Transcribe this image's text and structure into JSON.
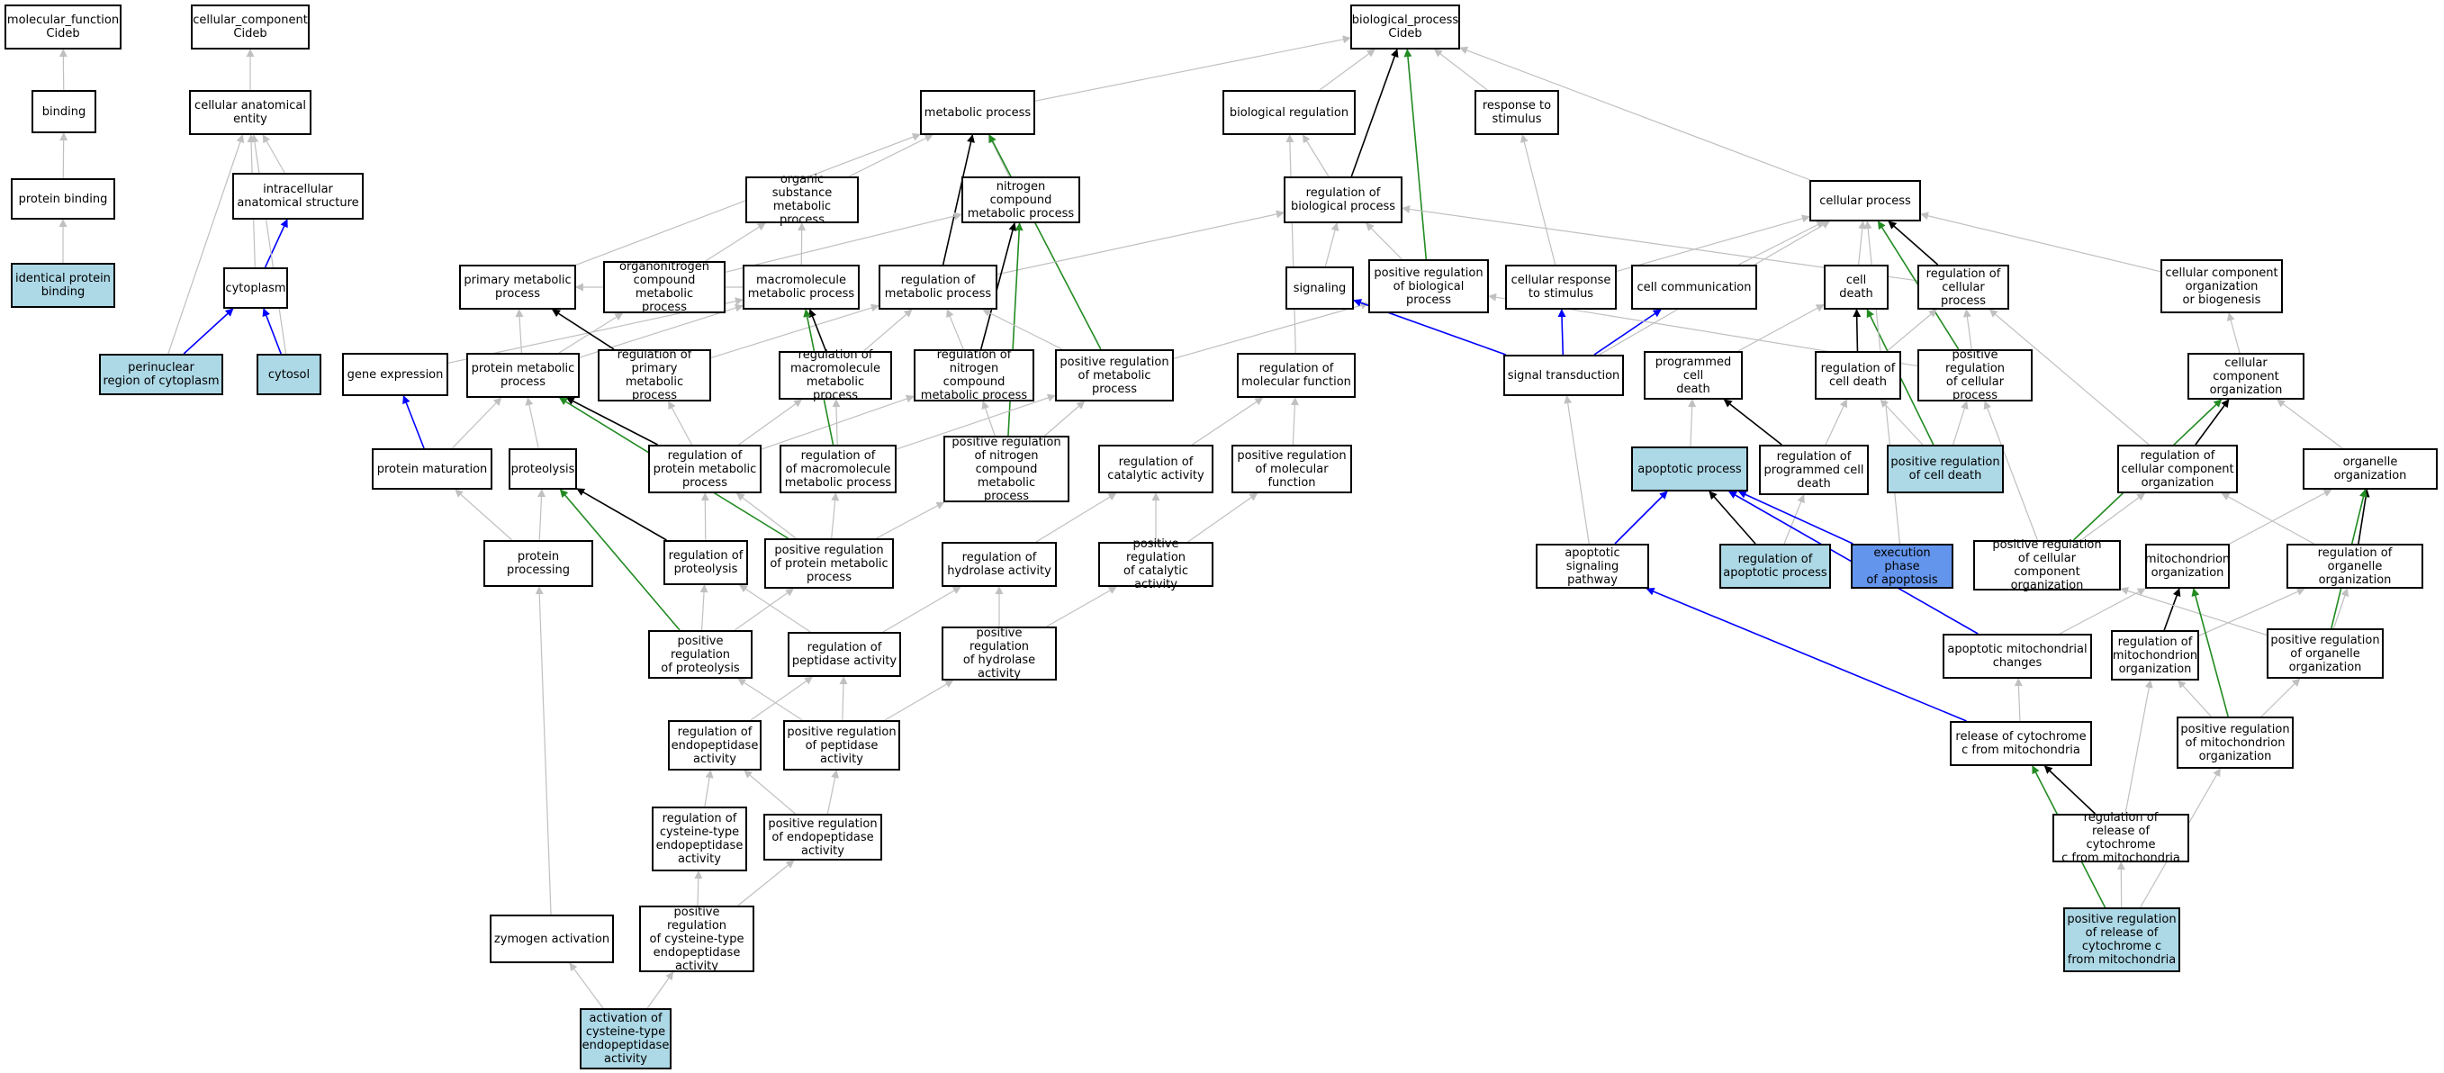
{
  "colors": {
    "is_a": "#c0c0c0",
    "part_of": "#0000ff",
    "regulates": "#000000",
    "positively_regulates": "#228b22",
    "highlight_fill": "#ADD8E6",
    "focus_fill": "#6495ED"
  },
  "nodes": [
    {
      "id": "mf",
      "label": "molecular_function\nCideb"
    },
    {
      "id": "binding",
      "label": "binding"
    },
    {
      "id": "protbind",
      "label": "protein binding"
    },
    {
      "id": "identbind",
      "label": "identical protein\nbinding",
      "hl": "hl"
    },
    {
      "id": "cc",
      "label": "cellular_component\nCideb"
    },
    {
      "id": "cae",
      "label": "cellular anatomical\nentity"
    },
    {
      "id": "ias",
      "label": "intracellular\nanatomical structure"
    },
    {
      "id": "cytoplasm",
      "label": "cytoplasm"
    },
    {
      "id": "perinuc",
      "label": "perinuclear\nregion of cytoplasm",
      "hl": "hl"
    },
    {
      "id": "cytosol",
      "label": "cytosol",
      "hl": "hl"
    },
    {
      "id": "bp",
      "label": "biological_process\nCideb"
    },
    {
      "id": "metab",
      "label": "metabolic process"
    },
    {
      "id": "bioreg",
      "label": "biological regulation"
    },
    {
      "id": "resp",
      "label": "response to\nstimulus"
    },
    {
      "id": "orgsub",
      "label": "organic substance\nmetabolic process"
    },
    {
      "id": "ncmp",
      "label": "nitrogen compound\nmetabolic process"
    },
    {
      "id": "regbio",
      "label": "regulation of\nbiological process"
    },
    {
      "id": "cellproc",
      "label": "cellular process"
    },
    {
      "id": "primmet",
      "label": "primary metabolic\nprocess"
    },
    {
      "id": "orgnit",
      "label": "organonitrogen\ncompound metabolic\nprocess"
    },
    {
      "id": "macromet",
      "label": "macromolecule\nmetabolic process"
    },
    {
      "id": "regmet",
      "label": "regulation of\nmetabolic process"
    },
    {
      "id": "signaling",
      "label": "signaling"
    },
    {
      "id": "posregbio",
      "label": "positive regulation\nof biological\nprocess"
    },
    {
      "id": "cellresp",
      "label": "cellular response\nto stimulus"
    },
    {
      "id": "cellcomm",
      "label": "cell communication"
    },
    {
      "id": "celldeath",
      "label": "cell death"
    },
    {
      "id": "regcellproc",
      "label": "regulation of\ncellular process"
    },
    {
      "id": "ccob",
      "label": "cellular component\norganization\nor biogenesis"
    },
    {
      "id": "geneexp",
      "label": "gene expression"
    },
    {
      "id": "protmet",
      "label": "protein metabolic\nprocess"
    },
    {
      "id": "regprimmet",
      "label": "regulation of\nprimary metabolic\nprocess"
    },
    {
      "id": "regmacromet",
      "label": "regulation of\nmacromolecule\nmetabolic process"
    },
    {
      "id": "regncmp",
      "label": "regulation of\nnitrogen compound\nmetabolic process"
    },
    {
      "id": "posregmet",
      "label": "positive regulation\nof metabolic\nprocess"
    },
    {
      "id": "regmolfun",
      "label": "regulation of\nmolecular function"
    },
    {
      "id": "sigtrans",
      "label": "signal transduction"
    },
    {
      "id": "pcd",
      "label": "programmed cell\ndeath"
    },
    {
      "id": "regcelldeath",
      "label": "regulation of\ncell death"
    },
    {
      "id": "posregcellproc",
      "label": "positive regulation\nof cellular\nprocess"
    },
    {
      "id": "cco",
      "label": "cellular component\norganization"
    },
    {
      "id": "protmat",
      "label": "protein maturation"
    },
    {
      "id": "proteolysis",
      "label": "proteolysis"
    },
    {
      "id": "regprotmet",
      "label": "regulation of\nprotein metabolic\nprocess"
    },
    {
      "id": "posregmacro",
      "label": "regulation of\nof macromolecule\nmetabolic process"
    },
    {
      "id": "posregncmp",
      "label": "positive regulation\nof nitrogen\ncompound metabolic\nprocess"
    },
    {
      "id": "regcatact",
      "label": "regulation of\ncatalytic activity"
    },
    {
      "id": "posregmolfun",
      "label": "positive regulation\nof molecular\nfunction"
    },
    {
      "id": "apopt",
      "label": "apoptotic process",
      "hl": "hl"
    },
    {
      "id": "regpcd",
      "label": "regulation of\nprogrammed cell\ndeath"
    },
    {
      "id": "posregcelldeath",
      "label": "positive regulation\nof cell death",
      "hl": "hl"
    },
    {
      "id": "regcco",
      "label": "regulation of\ncellular component\norganization"
    },
    {
      "id": "orgorg",
      "label": "organelle organization"
    },
    {
      "id": "protproc",
      "label": "protein processing"
    },
    {
      "id": "regproteolysis",
      "label": "regulation of\nproteolysis"
    },
    {
      "id": "posregprotmet",
      "label": "positive regulation\nof protein metabolic\nprocess"
    },
    {
      "id": "reghydro",
      "label": "regulation of\nhydrolase activity"
    },
    {
      "id": "posregcat",
      "label": "positive regulation\nof catalytic\nactivity"
    },
    {
      "id": "apoptsig",
      "label": "apoptotic signaling\npathway"
    },
    {
      "id": "regapopt",
      "label": "regulation of\napoptotic process",
      "hl": "hl"
    },
    {
      "id": "execphase",
      "label": "execution phase\nof apoptosis",
      "hl": "hl2"
    },
    {
      "id": "posregcco",
      "label": "positive regulation\nof cellular\ncomponent organization"
    },
    {
      "id": "mitoorg",
      "label": "mitochondrion\norganization"
    },
    {
      "id": "regorgorg",
      "label": "regulation of\norganelle organization"
    },
    {
      "id": "posregproteolysis",
      "label": "positive regulation\nof proteolysis"
    },
    {
      "id": "regpeptidase",
      "label": "regulation of\npeptidase activity"
    },
    {
      "id": "posreghydro",
      "label": "positive regulation\nof hydrolase\nactivity"
    },
    {
      "id": "apoptmito",
      "label": "apoptotic mitochondrial\nchanges"
    },
    {
      "id": "regmitoorg",
      "label": "regulation of\nmitochondrion\norganization"
    },
    {
      "id": "posregorgorg",
      "label": "positive regulation\nof organelle\norganization"
    },
    {
      "id": "regendopep",
      "label": "regulation of\nendopeptidase\nactivity"
    },
    {
      "id": "posregpeptidase",
      "label": "positive regulation\nof peptidase\nactivity"
    },
    {
      "id": "releasecyto",
      "label": "release of cytochrome\nc from mitochondria"
    },
    {
      "id": "posregmitoorg",
      "label": "positive regulation\nof mitochondrion\norganization"
    },
    {
      "id": "regcystendo",
      "label": "regulation of\ncysteine-type\nendopeptidase\nactivity"
    },
    {
      "id": "posregendopep",
      "label": "positive regulation\nof endopeptidase\nactivity"
    },
    {
      "id": "regreleasecyto",
      "label": "regulation of\nrelease of cytochrome\nc from mitochondria"
    },
    {
      "id": "zymogen",
      "label": "zymogen activation"
    },
    {
      "id": "posregcystendo",
      "label": "positive regulation\nof cysteine-type\nendopeptidase\nactivity"
    },
    {
      "id": "posregreleasecyto",
      "label": "positive regulation\nof release of\ncytochrome c\nfrom mitochondria",
      "hl": "hl"
    },
    {
      "id": "actcyst",
      "label": "activation of\ncysteine-type\nendopeptidase\nactivity",
      "hl": "hl"
    }
  ],
  "edges": [
    [
      "binding",
      "mf",
      "is_a"
    ],
    [
      "protbind",
      "binding",
      "is_a"
    ],
    [
      "identbind",
      "protbind",
      "is_a"
    ],
    [
      "cae",
      "cc",
      "is_a"
    ],
    [
      "ias",
      "cae",
      "is_a"
    ],
    [
      "cytoplasm",
      "ias",
      "part_of"
    ],
    [
      "cytoplasm",
      "cae",
      "is_a"
    ],
    [
      "perinuc",
      "cytoplasm",
      "part_of"
    ],
    [
      "perinuc",
      "cae",
      "is_a"
    ],
    [
      "cytosol",
      "cytoplasm",
      "part_of"
    ],
    [
      "cytosol",
      "cae",
      "is_a"
    ],
    [
      "metab",
      "bp",
      "is_a"
    ],
    [
      "bioreg",
      "bp",
      "is_a"
    ],
    [
      "resp",
      "bp",
      "is_a"
    ],
    [
      "cellproc",
      "bp",
      "is_a"
    ],
    [
      "regbio",
      "bp",
      "regulates"
    ],
    [
      "regbio",
      "bioreg",
      "is_a"
    ],
    [
      "posregbio",
      "bp",
      "positively_regulates"
    ],
    [
      "posregbio",
      "regbio",
      "is_a"
    ],
    [
      "orgsub",
      "metab",
      "is_a"
    ],
    [
      "ncmp",
      "metab",
      "is_a"
    ],
    [
      "primmet",
      "metab",
      "is_a"
    ],
    [
      "regmet",
      "metab",
      "regulates"
    ],
    [
      "posregmet",
      "metab",
      "positively_regulates"
    ],
    [
      "regmet",
      "regbio",
      "is_a"
    ],
    [
      "orgnit",
      "orgsub",
      "is_a"
    ],
    [
      "orgnit",
      "ncmp",
      "is_a"
    ],
    [
      "macromet",
      "orgsub",
      "is_a"
    ],
    [
      "macromet",
      "primmet",
      "is_a"
    ],
    [
      "regncmp",
      "ncmp",
      "regulates"
    ],
    [
      "posregncmp",
      "ncmp",
      "positively_regulates"
    ],
    [
      "signaling",
      "regbio",
      "is_a"
    ],
    [
      "cellresp",
      "resp",
      "is_a"
    ],
    [
      "cellresp",
      "cellproc",
      "is_a"
    ],
    [
      "cellcomm",
      "cellproc",
      "is_a"
    ],
    [
      "celldeath",
      "cellproc",
      "is_a"
    ],
    [
      "regcellproc",
      "cellproc",
      "regulates"
    ],
    [
      "regcellproc",
      "regbio",
      "is_a"
    ],
    [
      "posregcellproc",
      "cellproc",
      "positively_regulates"
    ],
    [
      "ccob",
      "cellproc",
      "is_a"
    ],
    [
      "geneexp",
      "macromet",
      "is_a"
    ],
    [
      "protmet",
      "primmet",
      "is_a"
    ],
    [
      "protmet",
      "orgnit",
      "is_a"
    ],
    [
      "protmet",
      "macromet",
      "is_a"
    ],
    [
      "regprimmet",
      "primmet",
      "regulates"
    ],
    [
      "regprimmet",
      "regmet",
      "is_a"
    ],
    [
      "regmacromet",
      "macromet",
      "regulates"
    ],
    [
      "regmacromet",
      "regmet",
      "is_a"
    ],
    [
      "regncmp",
      "regmet",
      "is_a"
    ],
    [
      "posregmet",
      "regmet",
      "is_a"
    ],
    [
      "posregmet",
      "posregbio",
      "is_a"
    ],
    [
      "regmolfun",
      "bioreg",
      "is_a"
    ],
    [
      "sigtrans",
      "signaling",
      "part_of"
    ],
    [
      "sigtrans",
      "cellresp",
      "part_of"
    ],
    [
      "sigtrans",
      "cellcomm",
      "part_of"
    ],
    [
      "sigtrans",
      "cellproc",
      "is_a"
    ],
    [
      "pcd",
      "celldeath",
      "is_a"
    ],
    [
      "regcelldeath",
      "celldeath",
      "regulates"
    ],
    [
      "regcelldeath",
      "regcellproc",
      "is_a"
    ],
    [
      "posregcellproc",
      "regcellproc",
      "is_a"
    ],
    [
      "posregcellproc",
      "posregbio",
      "is_a"
    ],
    [
      "cco",
      "ccob",
      "is_a"
    ],
    [
      "protmat",
      "geneexp",
      "part_of"
    ],
    [
      "protmat",
      "protmet",
      "is_a"
    ],
    [
      "proteolysis",
      "protmet",
      "is_a"
    ],
    [
      "regprotmet",
      "protmet",
      "regulates"
    ],
    [
      "regprotmet",
      "regprimmet",
      "is_a"
    ],
    [
      "regprotmet",
      "regmacromet",
      "is_a"
    ],
    [
      "regprotmet",
      "regncmp",
      "is_a"
    ],
    [
      "posregmacro",
      "macromet",
      "positively_regulates"
    ],
    [
      "posregmacro",
      "regmacromet",
      "is_a"
    ],
    [
      "posregmacro",
      "posregmet",
      "is_a"
    ],
    [
      "posregncmp",
      "regncmp",
      "is_a"
    ],
    [
      "posregncmp",
      "posregmet",
      "is_a"
    ],
    [
      "regcatact",
      "regmolfun",
      "is_a"
    ],
    [
      "posregmolfun",
      "regmolfun",
      "is_a"
    ],
    [
      "apopt",
      "pcd",
      "is_a"
    ],
    [
      "regpcd",
      "pcd",
      "regulates"
    ],
    [
      "regpcd",
      "regcelldeath",
      "is_a"
    ],
    [
      "posregcelldeath",
      "celldeath",
      "positively_regulates"
    ],
    [
      "posregcelldeath",
      "regcelldeath",
      "is_a"
    ],
    [
      "posregcelldeath",
      "posregcellproc",
      "is_a"
    ],
    [
      "regcco",
      "cco",
      "regulates"
    ],
    [
      "regcco",
      "regcellproc",
      "is_a"
    ],
    [
      "orgorg",
      "cco",
      "is_a"
    ],
    [
      "protproc",
      "protmat",
      "is_a"
    ],
    [
      "protproc",
      "proteolysis",
      "is_a"
    ],
    [
      "regproteolysis",
      "proteolysis",
      "regulates"
    ],
    [
      "regproteolysis",
      "regprotmet",
      "is_a"
    ],
    [
      "posregprotmet",
      "protmet",
      "positively_regulates"
    ],
    [
      "posregprotmet",
      "regprotmet",
      "is_a"
    ],
    [
      "posregprotmet",
      "posregmacro",
      "is_a"
    ],
    [
      "posregprotmet",
      "posregncmp",
      "is_a"
    ],
    [
      "reghydro",
      "regcatact",
      "is_a"
    ],
    [
      "posregcat",
      "regcatact",
      "is_a"
    ],
    [
      "posregcat",
      "posregmolfun",
      "is_a"
    ],
    [
      "apoptsig",
      "apopt",
      "part_of"
    ],
    [
      "apoptsig",
      "sigtrans",
      "is_a"
    ],
    [
      "regapopt",
      "apopt",
      "regulates"
    ],
    [
      "regapopt",
      "regpcd",
      "is_a"
    ],
    [
      "execphase",
      "apopt",
      "part_of"
    ],
    [
      "execphase",
      "cellproc",
      "is_a"
    ],
    [
      "posregcco",
      "cco",
      "positively_regulates"
    ],
    [
      "posregcco",
      "regcco",
      "is_a"
    ],
    [
      "posregcco",
      "posregcellproc",
      "is_a"
    ],
    [
      "mitoorg",
      "orgorg",
      "is_a"
    ],
    [
      "regorgorg",
      "orgorg",
      "regulates"
    ],
    [
      "regorgorg",
      "regcco",
      "is_a"
    ],
    [
      "posregproteolysis",
      "proteolysis",
      "positively_regulates"
    ],
    [
      "posregproteolysis",
      "regproteolysis",
      "is_a"
    ],
    [
      "posregproteolysis",
      "posregprotmet",
      "is_a"
    ],
    [
      "regpeptidase",
      "regproteolysis",
      "is_a"
    ],
    [
      "regpeptidase",
      "reghydro",
      "is_a"
    ],
    [
      "posreghydro",
      "reghydro",
      "is_a"
    ],
    [
      "posreghydro",
      "posregcat",
      "is_a"
    ],
    [
      "apoptmito",
      "apopt",
      "part_of"
    ],
    [
      "apoptmito",
      "mitoorg",
      "is_a"
    ],
    [
      "regmitoorg",
      "mitoorg",
      "regulates"
    ],
    [
      "regmitoorg",
      "regorgorg",
      "is_a"
    ],
    [
      "posregorgorg",
      "orgorg",
      "positively_regulates"
    ],
    [
      "posregorgorg",
      "regorgorg",
      "is_a"
    ],
    [
      "posregorgorg",
      "posregcco",
      "is_a"
    ],
    [
      "regendopep",
      "regpeptidase",
      "is_a"
    ],
    [
      "posregpeptidase",
      "regpeptidase",
      "is_a"
    ],
    [
      "posregpeptidase",
      "posreghydro",
      "is_a"
    ],
    [
      "posregpeptidase",
      "posregproteolysis",
      "is_a"
    ],
    [
      "releasecyto",
      "apoptsig",
      "part_of"
    ],
    [
      "releasecyto",
      "apoptmito",
      "is_a"
    ],
    [
      "posregmitoorg",
      "mitoorg",
      "positively_regulates"
    ],
    [
      "posregmitoorg",
      "regmitoorg",
      "is_a"
    ],
    [
      "posregmitoorg",
      "posregorgorg",
      "is_a"
    ],
    [
      "regcystendo",
      "regendopep",
      "is_a"
    ],
    [
      "posregendopep",
      "regendopep",
      "is_a"
    ],
    [
      "posregendopep",
      "posregpeptidase",
      "is_a"
    ],
    [
      "regreleasecyto",
      "releasecyto",
      "regulates"
    ],
    [
      "regreleasecyto",
      "regmitoorg",
      "is_a"
    ],
    [
      "zymogen",
      "protproc",
      "is_a"
    ],
    [
      "posregcystendo",
      "regcystendo",
      "is_a"
    ],
    [
      "posregcystendo",
      "posregendopep",
      "is_a"
    ],
    [
      "posregreleasecyto",
      "releasecyto",
      "positively_regulates"
    ],
    [
      "posregreleasecyto",
      "regreleasecyto",
      "is_a"
    ],
    [
      "posregreleasecyto",
      "posregmitoorg",
      "is_a"
    ],
    [
      "actcyst",
      "zymogen",
      "is_a"
    ],
    [
      "actcyst",
      "posregcystendo",
      "is_a"
    ]
  ]
}
